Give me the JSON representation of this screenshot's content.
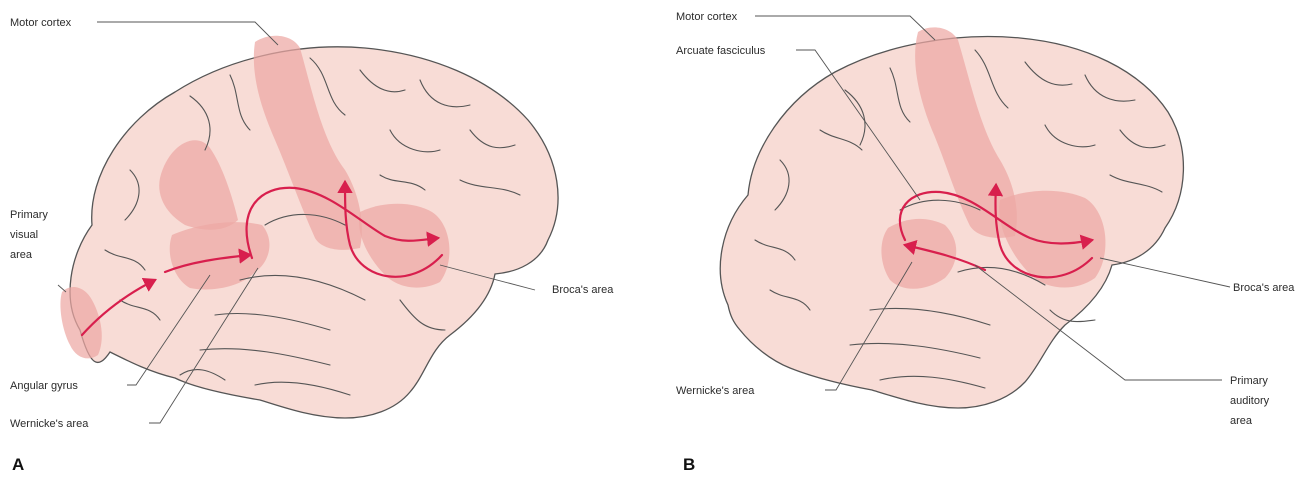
{
  "panels": [
    {
      "id": "A",
      "letter": "A",
      "labels": {
        "motor_cortex": "Motor cortex",
        "primary_visual_area": [
          "Primary",
          "visual",
          "area"
        ],
        "angular_gyrus": "Angular gyrus",
        "wernickes_area": "Wernicke's area",
        "brocas_area": "Broca's area"
      }
    },
    {
      "id": "B",
      "letter": "B",
      "labels": {
        "motor_cortex": "Motor cortex",
        "arcuate_fasciculus": "Arcuate fasciculus",
        "wernickes_area": "Wernicke's area",
        "brocas_area": "Broca's area",
        "primary_auditory_area": [
          "Primary",
          "auditory",
          "area"
        ]
      }
    }
  ],
  "colors": {
    "brain_fill": "#f8dcd6",
    "highlight_area": "#eda8a4",
    "pathway_arrow": "#d81f4d",
    "outline": "#555555"
  }
}
